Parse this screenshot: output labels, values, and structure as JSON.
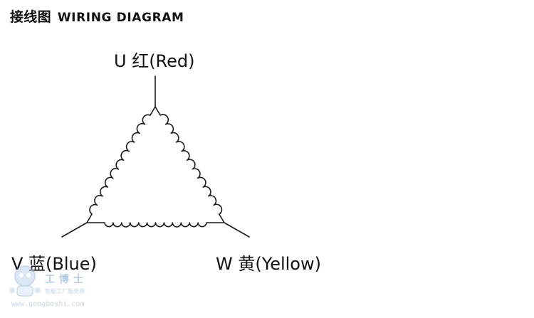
{
  "title": {
    "zh": "接线图",
    "en": "WIRING DIAGRAM"
  },
  "terminals": {
    "u": "U 红(Red)",
    "v": "V 蓝(Blue)",
    "w": "W 黄(Yellow)"
  },
  "colors": {
    "line": "#1a1a1a",
    "watermark": "#6f9fcf"
  },
  "watermark": {
    "brand": "工博士",
    "tagline": "智能工厂服务商",
    "url": "www.gongboshi.com",
    "icon": "robot-mascot-icon"
  }
}
